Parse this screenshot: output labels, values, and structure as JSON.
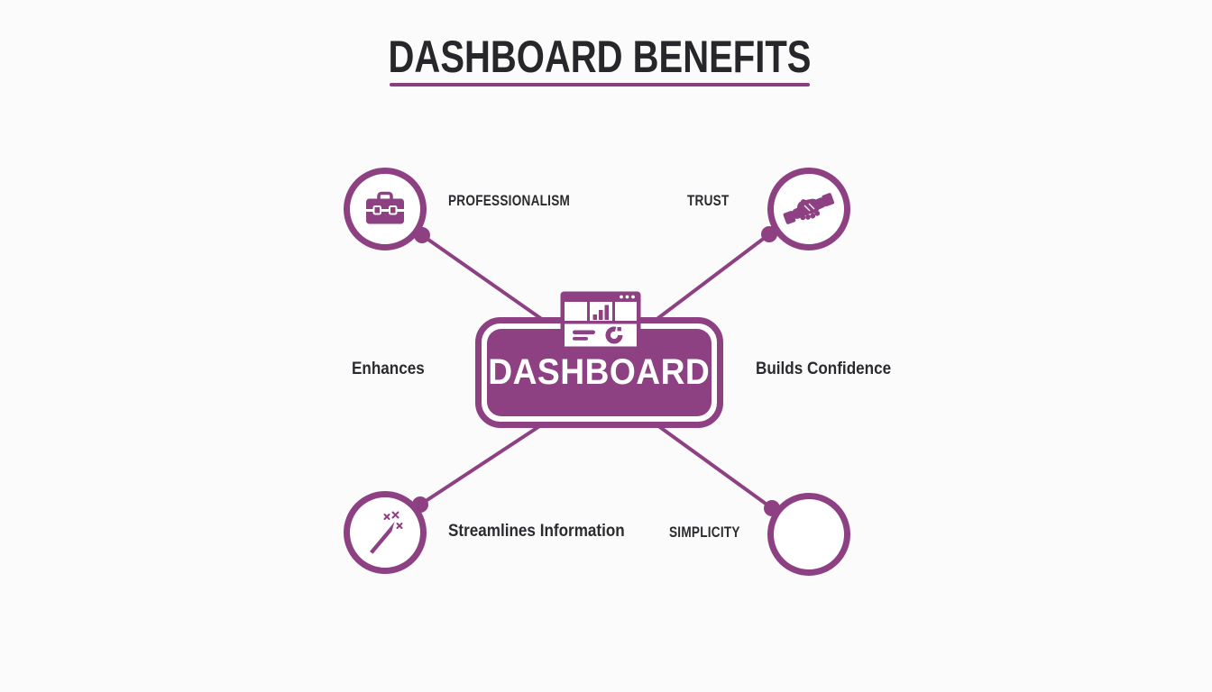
{
  "title": "DASHBOARD BENEFITS",
  "center_label": "DASHBOARD",
  "labels": {
    "professionalism": "PROFESSIONALISM",
    "trust": "TRUST",
    "enhances": "Enhances",
    "builds_confidence": "Builds Confidence",
    "streamlines_information": "Streamlines Information",
    "simplicity": "SIMPLICITY"
  },
  "icons": {
    "center": "dashboard-window-icon",
    "top_left": "briefcase-icon",
    "top_right": "handshake-icon",
    "bottom_left": "magic-wand-icon",
    "bottom_right": "empty-circle"
  },
  "colors": {
    "accent_purple": "#8d4183",
    "underline_purple": "#8a3f80",
    "text_dark": "#2b2a2e",
    "background": "#fcfbfc",
    "node_fill": "#ffffff"
  }
}
